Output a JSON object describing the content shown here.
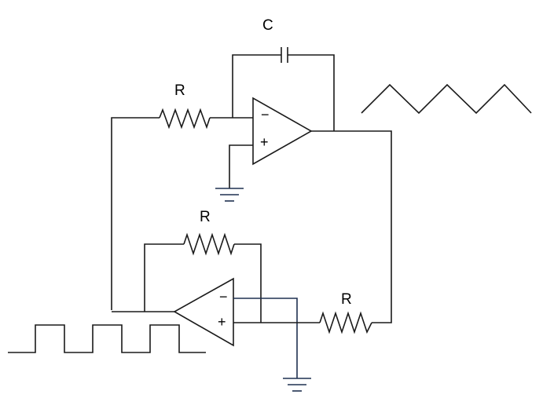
{
  "diagram": {
    "labels": {
      "capacitor": "C",
      "resistor_integrator": "R",
      "resistor_feedback": "R",
      "resistor_input": "R"
    },
    "opamp_top": {
      "inverting": "−",
      "noninverting": "+"
    },
    "opamp_bottom": {
      "inverting": "−",
      "noninverting": "+"
    },
    "waveforms": {
      "output_top": "triangle",
      "output_bottom": "square"
    },
    "colors": {
      "wire": "#1a1a1a",
      "ground_wire": "#1f3050"
    }
  }
}
